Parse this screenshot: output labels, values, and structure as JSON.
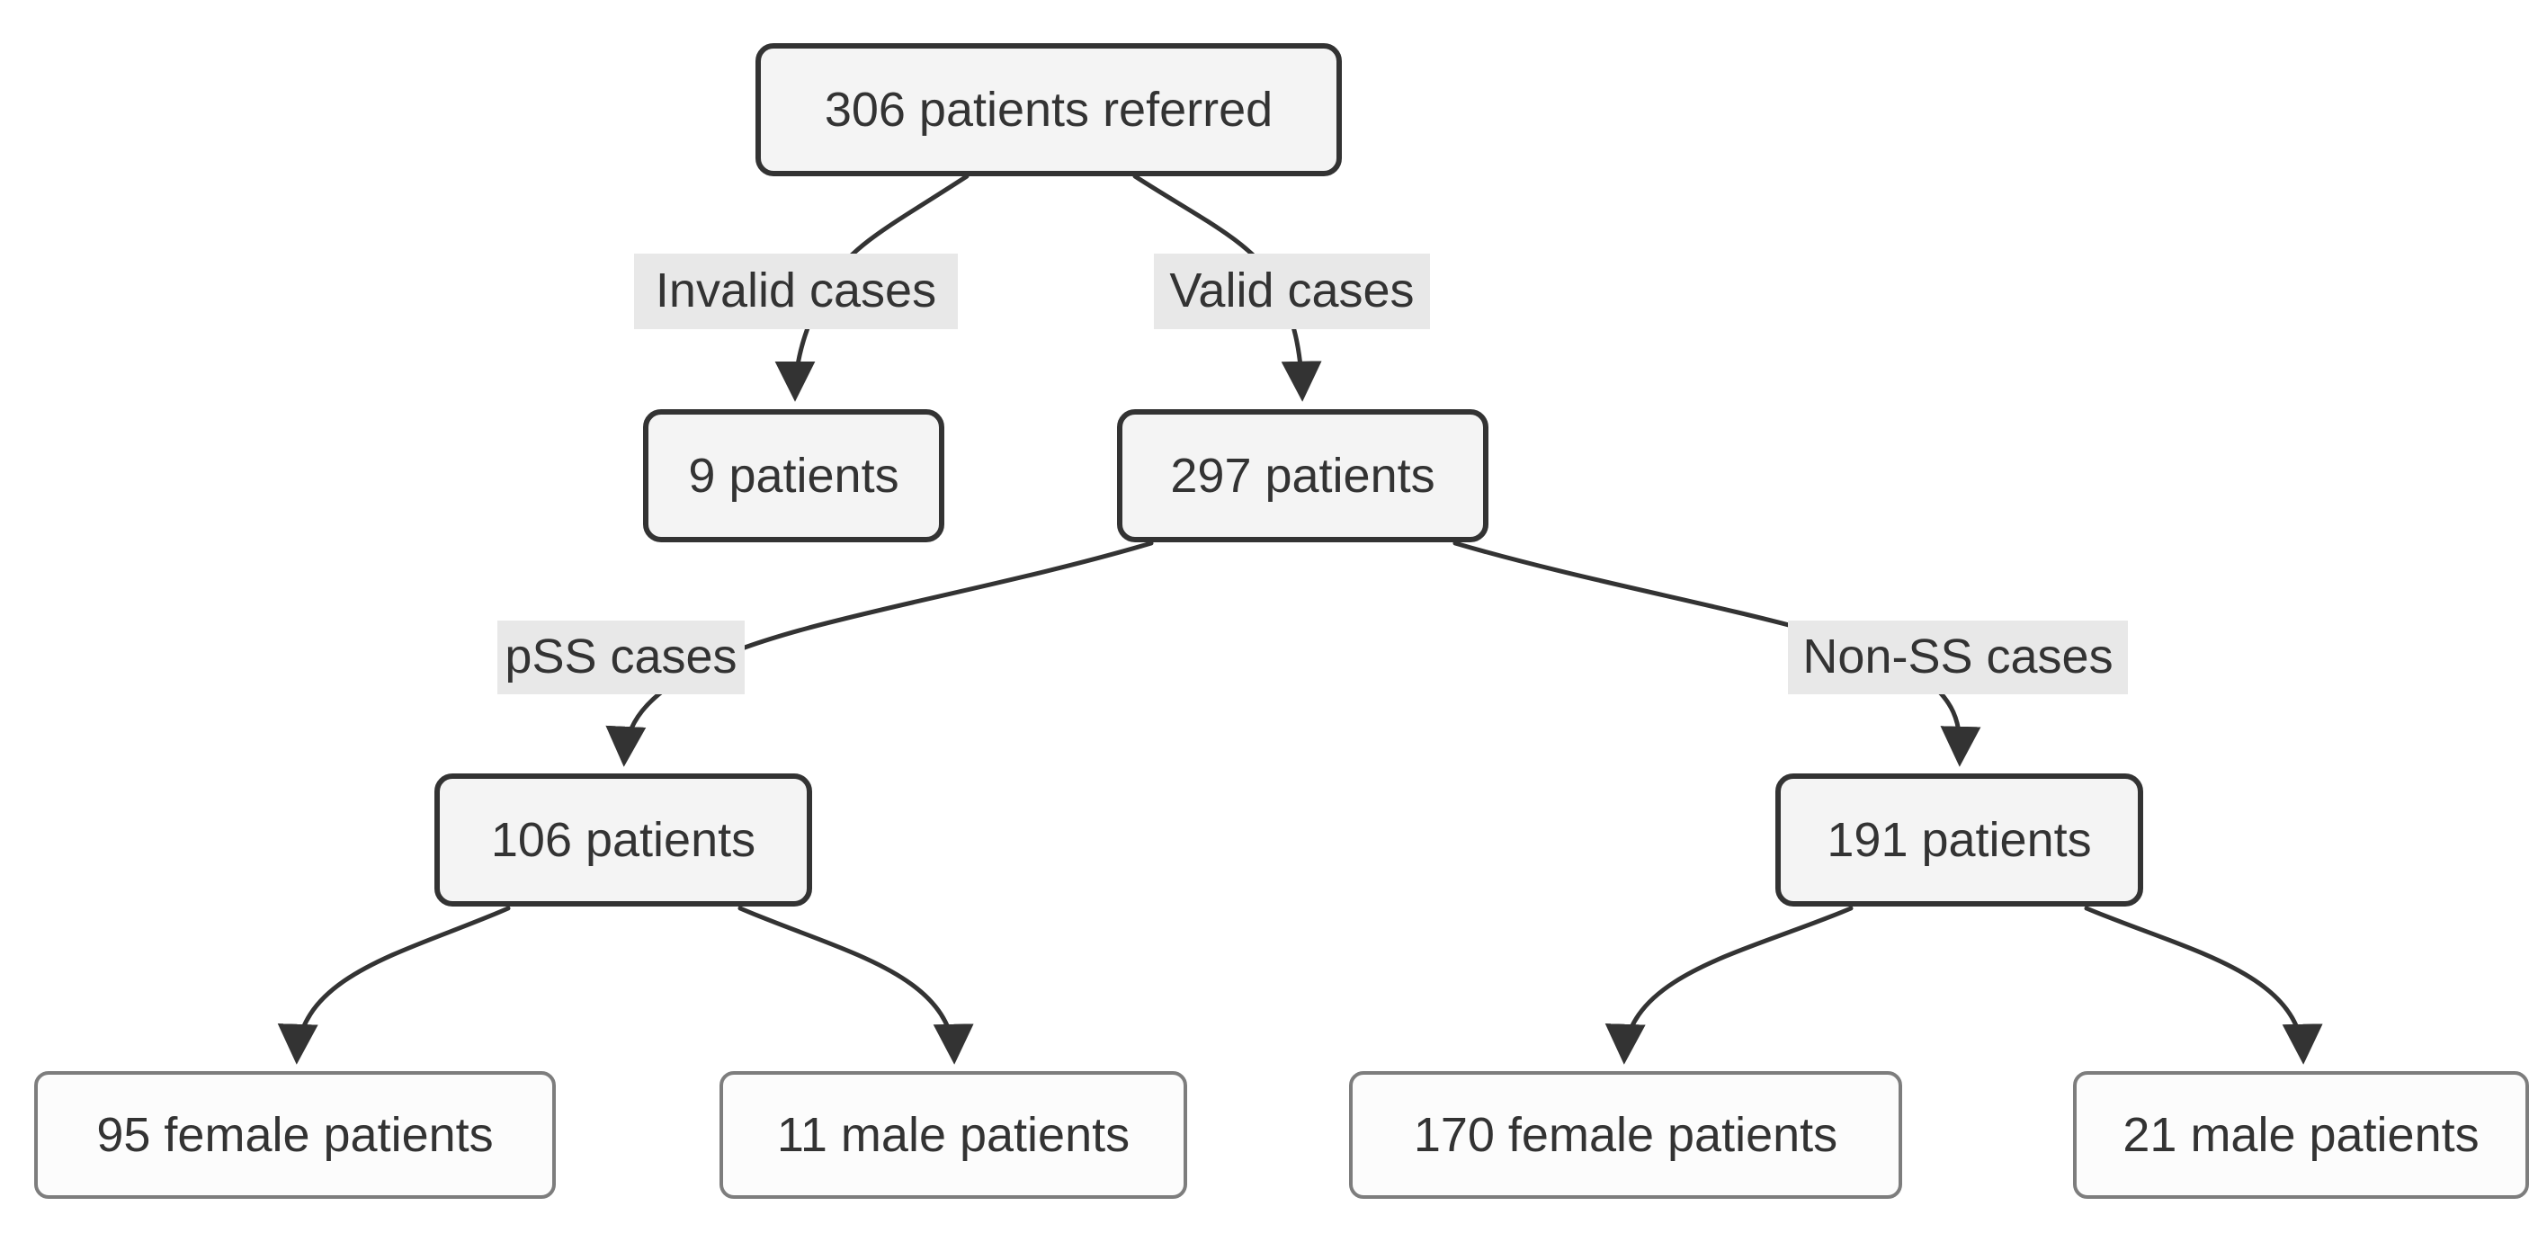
{
  "diagram": {
    "type": "flowchart",
    "direction": "top-down",
    "colors": {
      "node_fill": "#f4f4f4",
      "node_border": "#333333",
      "leaf_fill": "#fcfcfc",
      "leaf_border": "#7d7d7d",
      "label_bg": "#e8e8e8",
      "edge": "#333333",
      "text": "#333333",
      "background": "#ffffff"
    },
    "nodes": {
      "referred": "306 patients referred",
      "invalid_count": "9 patients",
      "valid_count": "297 patients",
      "pss_count": "106 patients",
      "nonss_count": "191 patients",
      "pss_female": "95 female patients",
      "pss_male": "11 male patients",
      "nonss_female": "170 female patients",
      "nonss_male": "21 male patients"
    },
    "edge_labels": {
      "invalid": "Invalid cases",
      "valid": "Valid cases",
      "pss": "pSS cases",
      "nonss": "Non-SS cases"
    },
    "edges": [
      {
        "from": "referred",
        "to": "invalid_count",
        "label": "Invalid cases"
      },
      {
        "from": "referred",
        "to": "valid_count",
        "label": "Valid cases"
      },
      {
        "from": "valid_count",
        "to": "pss_count",
        "label": "pSS cases"
      },
      {
        "from": "valid_count",
        "to": "nonss_count",
        "label": "Non-SS cases"
      },
      {
        "from": "pss_count",
        "to": "pss_female",
        "label": ""
      },
      {
        "from": "pss_count",
        "to": "pss_male",
        "label": ""
      },
      {
        "from": "nonss_count",
        "to": "nonss_female",
        "label": ""
      },
      {
        "from": "nonss_count",
        "to": "nonss_male",
        "label": ""
      }
    ]
  }
}
